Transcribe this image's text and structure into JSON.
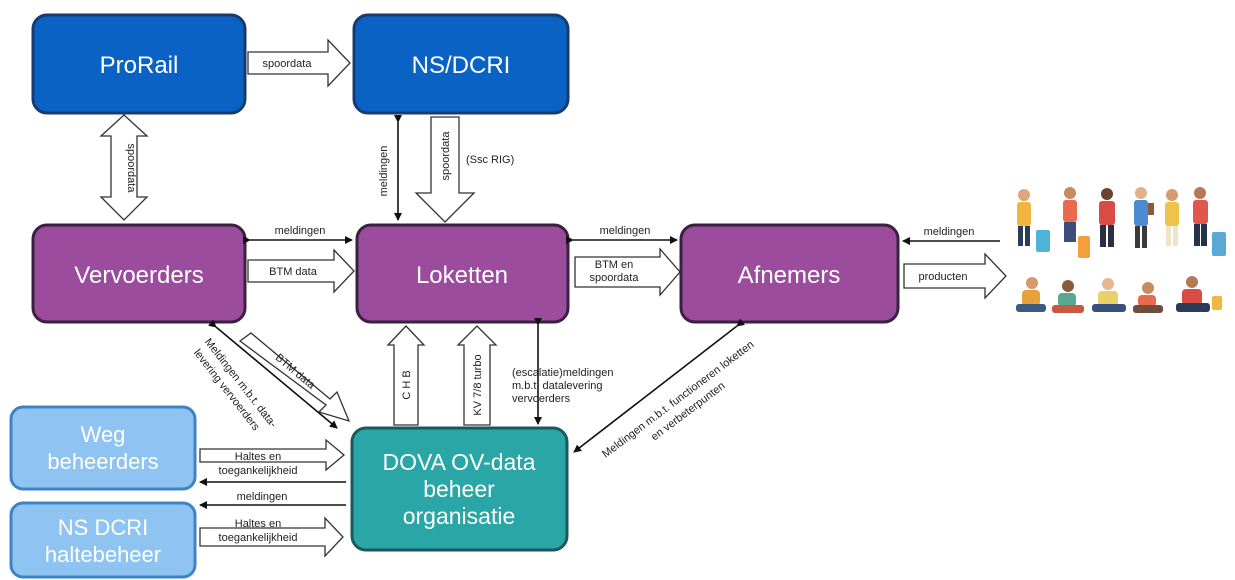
{
  "colors": {
    "dark_blue": "#0a62c4",
    "dark_blue_border": "#163c6e",
    "purple": "#9b4c9c",
    "purple_border": "#3a2141",
    "teal": "#2aa6a6",
    "teal_border": "#1a5a5f",
    "light_blue": "#8ec3f2",
    "light_blue_border": "#3e84c4"
  },
  "nodes": {
    "prorail": "ProRail",
    "nsdcri": "NS/DCRI",
    "vervoerders": "Vervoerders",
    "loketten": "Loketten",
    "afnemers": "Afnemers",
    "dova": [
      "DOVA OV-data",
      "beheer",
      "organisatie"
    ],
    "weg": [
      "Weg",
      "beheerders"
    ],
    "nshalte": [
      "NS DCRI",
      "haltebeheer"
    ]
  },
  "edges": {
    "spoordata_top": "spoordata",
    "spoordata_vertical": "spoordata",
    "meldingen_ns": "meldingen",
    "spoordata_ns": "spoordata",
    "ssc_rig": "(Ssc RIG)",
    "meldingen_vl": "meldingen",
    "btm_data_vl": "BTM data",
    "meldingen_la": "meldingen",
    "btm_en": "BTM en",
    "spoordata_la": "spoordata",
    "meldingen_users": "meldingen",
    "producten": "producten",
    "btm_data_diag": "BTM data",
    "meldingen_diag": [
      "Meldingen m.b.t. data-",
      "levering vervoerders"
    ],
    "chb": "C H B",
    "kv": "KV 7/8 turbo",
    "escalatie": [
      "(escalatie)meldingen",
      "m.b.t. datalevering",
      "vervoerders"
    ],
    "meldingen_functioneren": [
      "Meldingen m.b.t. functioneren loketten",
      "en verbeterpunten"
    ],
    "haltes_weg": [
      "Haltes en",
      "toegankelijkheid"
    ],
    "meldingen_dova": "meldingen",
    "haltes_ns": [
      "Haltes en",
      "toegankelijkheid"
    ]
  }
}
